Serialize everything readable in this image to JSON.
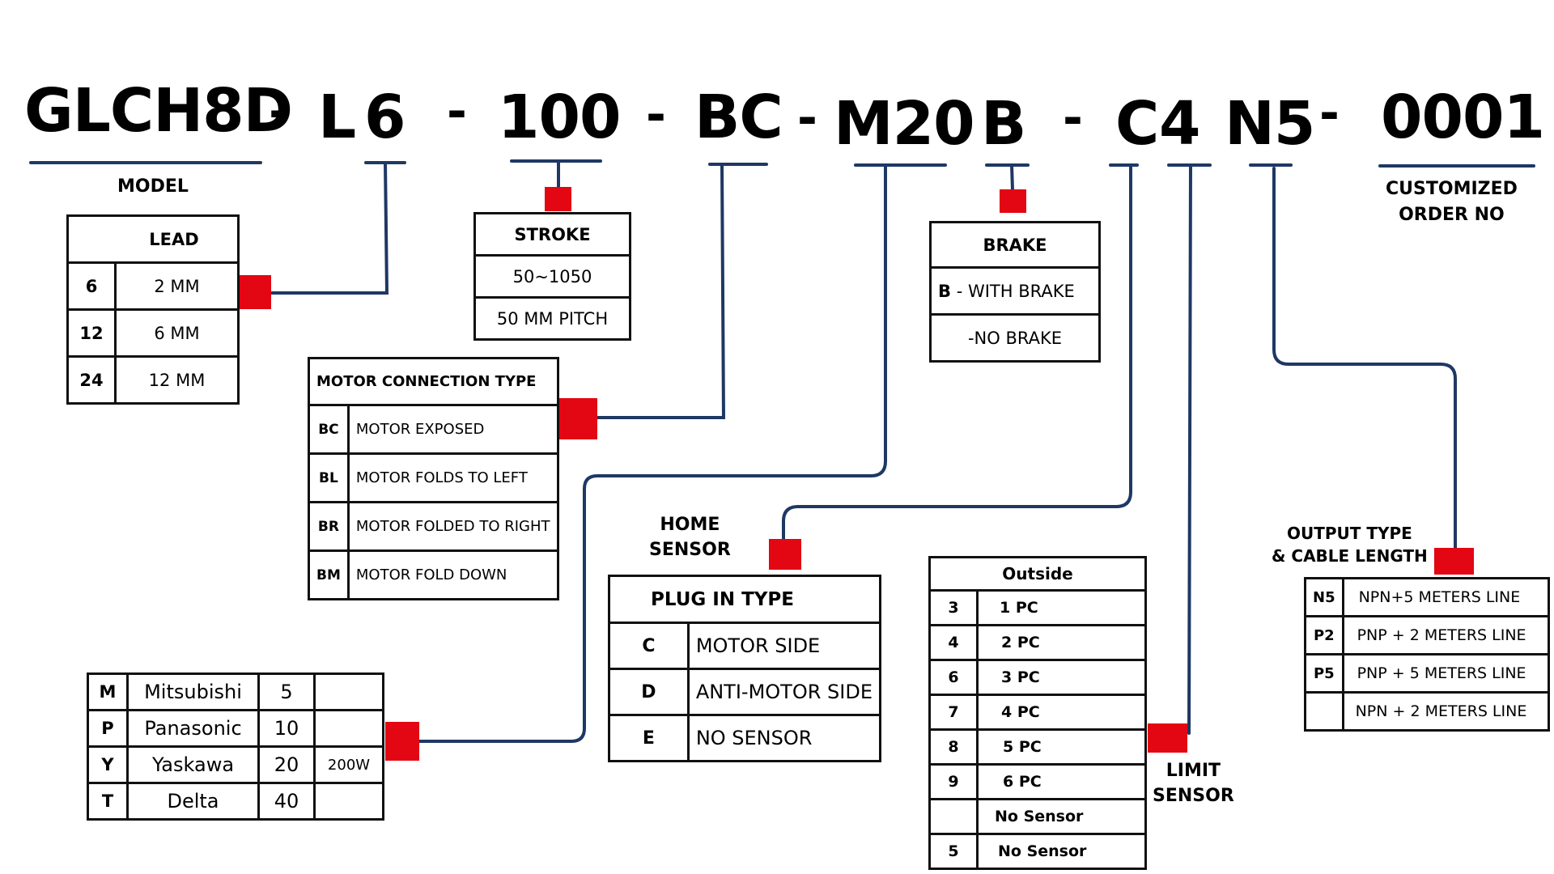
{
  "part_number": {
    "segments": [
      "GLCH8D",
      "L",
      "6",
      "100",
      "BC",
      "M20",
      "B",
      "C",
      "4",
      "N5",
      "0001"
    ],
    "separator": "-"
  },
  "labels": {
    "model": "MODEL",
    "customized_line1": "CUSTOMIZED",
    "customized_line2": "ORDER NO",
    "home_sensor_line1": "HOME",
    "home_sensor_line2": "SENSOR",
    "limit_sensor_line1": "LIMIT",
    "limit_sensor_line2": "SENSOR",
    "output_type_line1": "OUTPUT TYPE",
    "output_type_line2": "& CABLE LENGTH"
  },
  "lead_table": {
    "title": "LEAD",
    "rows": [
      {
        "code": "6",
        "value": "2 MM"
      },
      {
        "code": "12",
        "value": "6 MM"
      },
      {
        "code": "24",
        "value": "12 MM"
      }
    ]
  },
  "stroke_table": {
    "title": "STROKE",
    "rows": [
      "50~1050",
      "50 MM PITCH"
    ]
  },
  "motor_connection_table": {
    "title": "MOTOR CONNECTION TYPE",
    "rows": [
      {
        "code": "BC",
        "value": "MOTOR EXPOSED"
      },
      {
        "code": "BL",
        "value": "MOTOR FOLDS TO LEFT"
      },
      {
        "code": "BR",
        "value": "MOTOR FOLDED TO RIGHT"
      },
      {
        "code": "BM",
        "value": "MOTOR FOLD DOWN"
      }
    ]
  },
  "brake_table": {
    "title": "BRAKE",
    "rows": [
      {
        "code": "B",
        "value": " - WITH BRAKE"
      },
      {
        "code": "",
        "value": "-NO BRAKE"
      }
    ]
  },
  "motor_brand_table": {
    "rows": [
      {
        "code": "M",
        "brand": "Mitsubishi",
        "size": "5",
        "power": ""
      },
      {
        "code": "P",
        "brand": "Panasonic",
        "size": "10",
        "power": ""
      },
      {
        "code": "Y",
        "brand": "Yaskawa",
        "size": "20",
        "power": "200W"
      },
      {
        "code": "T",
        "brand": "Delta",
        "size": "40",
        "power": ""
      }
    ]
  },
  "plug_in_table": {
    "title": "PLUG IN TYPE",
    "rows": [
      {
        "code": "C",
        "value": "MOTOR SIDE"
      },
      {
        "code": "D",
        "value": "ANTI-MOTOR SIDE"
      },
      {
        "code": "E",
        "value": "NO SENSOR"
      }
    ]
  },
  "limit_sensor_table": {
    "title": "Outside",
    "rows": [
      {
        "code": "3",
        "value": "1 PC"
      },
      {
        "code": "4",
        "value": "2 PC"
      },
      {
        "code": "6",
        "value": "3 PC"
      },
      {
        "code": "7",
        "value": "4 PC"
      },
      {
        "code": "8",
        "value": "5 PC"
      },
      {
        "code": "9",
        "value": "6 PC"
      },
      {
        "code": "",
        "value": "No Sensor"
      },
      {
        "code": "5",
        "value": "No Sensor"
      }
    ]
  },
  "output_table": {
    "rows": [
      {
        "code": "N5",
        "value": "NPN+5 METERS LINE"
      },
      {
        "code": "P2",
        "value": "PNP + 2 METERS LINE"
      },
      {
        "code": "P5",
        "value": "PNP + 5 METERS LINE"
      },
      {
        "code": "",
        "value": "NPN + 2 METERS LINE"
      }
    ]
  },
  "colors": {
    "connector": "#e30613",
    "wire": "#1f3864",
    "border": "#111111"
  }
}
